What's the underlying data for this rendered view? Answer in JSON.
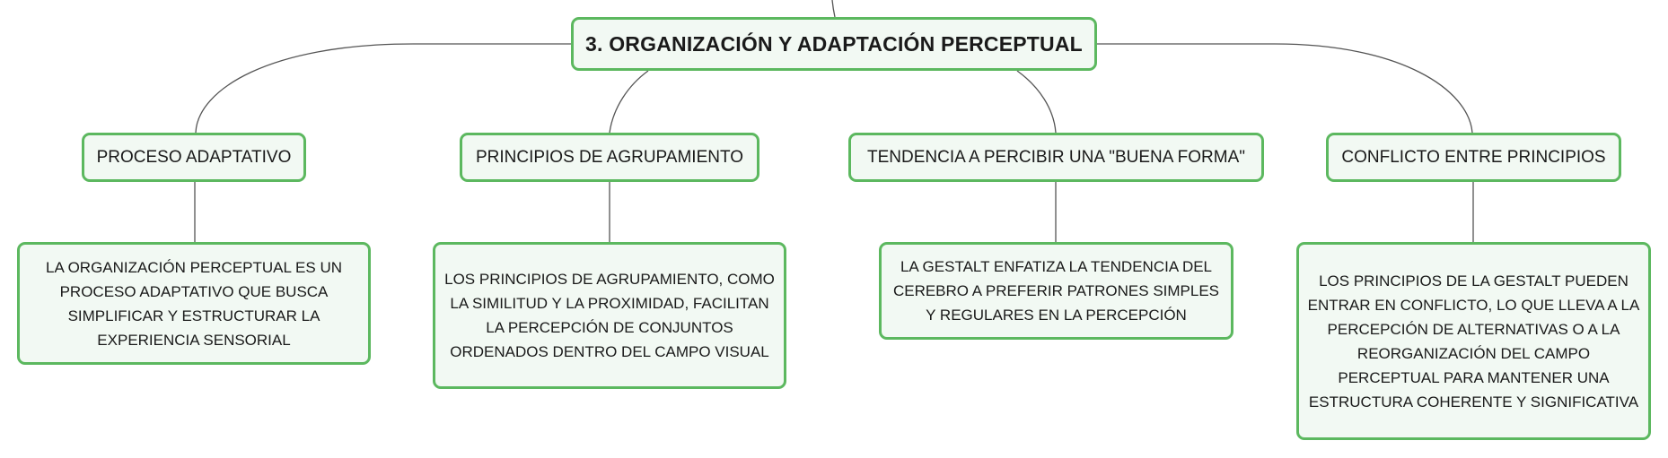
{
  "root": {
    "title": "3. ORGANIZACIÓN Y ADAPTACIÓN PERCEPTUAL"
  },
  "branches": [
    {
      "label": "PROCESO ADAPTATIVO",
      "detail": "LA ORGANIZACIÓN PERCEPTUAL ES UN PROCESO ADAPTATIVO QUE BUSCA SIMPLIFICAR Y ESTRUCTURAR LA EXPERIENCIA SENSORIAL"
    },
    {
      "label": "PRINCIPIOS DE AGRUPAMIENTO",
      "detail": "LOS PRINCIPIOS DE AGRUPAMIENTO, COMO LA SIMILITUD Y LA PROXIMIDAD, FACILITAN LA PERCEPCIÓN DE CONJUNTOS ORDENADOS DENTRO DEL CAMPO VISUAL"
    },
    {
      "label": "TENDENCIA A PERCIBIR UNA \"BUENA FORMA\"",
      "detail": "LA GESTALT ENFATIZA LA TENDENCIA DEL CEREBRO A PREFERIR PATRONES SIMPLES Y REGULARES EN LA PERCEPCIÓN"
    },
    {
      "label": "CONFLICTO ENTRE PRINCIPIOS",
      "detail": "LOS PRINCIPIOS DE LA GESTALT PUEDEN ENTRAR EN CONFLICTO, LO QUE LLEVA A LA PERCEPCIÓN DE ALTERNATIVAS O A LA REORGANIZACIÓN DEL CAMPO PERCEPTUAL PARA MANTENER UNA ESTRUCTURA COHERENTE Y SIGNIFICATIVA"
    }
  ],
  "colors": {
    "node_border": "#5cb85f",
    "node_fill": "#f2f9f3",
    "connector": "#555555",
    "text": "#1a1a1a"
  }
}
